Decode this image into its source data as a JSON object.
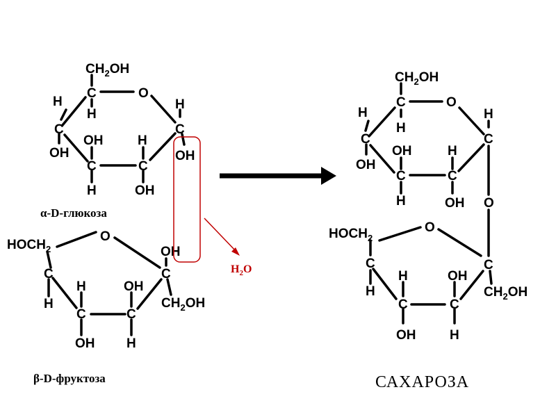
{
  "labels": {
    "glucose": "α-D-глюкоза",
    "fructose": "β-D-фруктоза",
    "product": "САХАРОЗА",
    "water": "H",
    "water_sub": "2",
    "water_o": "O"
  },
  "atoms": {
    "C": "C",
    "O": "O",
    "H": "H",
    "OH": "OH",
    "CH": "CH",
    "two": "2",
    "HOCH": "HOCH"
  },
  "colors": {
    "highlight": "#c00000",
    "arrow": "#000000"
  }
}
